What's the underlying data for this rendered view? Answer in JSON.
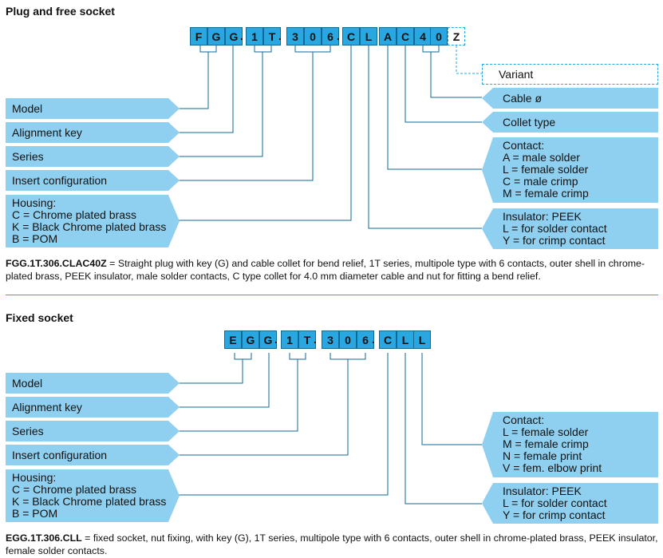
{
  "section1": {
    "heading": "Plug and free socket",
    "code_chars": [
      "F",
      "G",
      "G",
      "1",
      "T",
      "3",
      "0",
      "6",
      "C",
      "L",
      "A",
      "C",
      "4",
      "0",
      "Z"
    ],
    "left_labels": [
      {
        "text": "Model"
      },
      {
        "text": "Alignment key"
      },
      {
        "text": "Series"
      },
      {
        "text": "Insert configuration"
      },
      {
        "text": "Housing:\nC = Chrome plated brass\nK = Black Chrome plated brass\nB = POM"
      }
    ],
    "right_labels": [
      {
        "text": "Variant"
      },
      {
        "text": "Cable ø"
      },
      {
        "text": "Collet type"
      },
      {
        "text": "Contact:\nA = male solder\nL = female solder\nC = male crimp\nM = female crimp"
      },
      {
        "text": "Insulator: PEEK\nL = for solder contact\nY = for crimp contact"
      }
    ],
    "desc_code": "FGG.1T.306.CLAC40Z",
    "desc_text": " = Straight plug with key (G) and cable collet for bend relief, 1T series, multipole type with 6 contacts, outer shell in chrome-plated brass, PEEK insulator, male solder contacts, C type collet for 4.0 mm diameter cable and nut for fitting a bend relief."
  },
  "section2": {
    "heading": "Fixed socket",
    "code_chars": [
      "E",
      "G",
      "G",
      "1",
      "T",
      "3",
      "0",
      "6",
      "C",
      "L",
      "L"
    ],
    "left_labels": [
      {
        "text": "Model"
      },
      {
        "text": "Alignment key"
      },
      {
        "text": "Series"
      },
      {
        "text": "Insert configuration"
      },
      {
        "text": "Housing:\nC = Chrome plated brass\nK = Black Chrome plated brass\nB = POM"
      }
    ],
    "right_labels": [
      {
        "text": "Contact:\nL = female solder\nM = female crimp\nN = female print\nV = fem. elbow print"
      },
      {
        "text": "Insulator: PEEK\nL = for solder contact\nY = for crimp contact"
      }
    ],
    "desc_code": "EGG.1T.306.CLL",
    "desc_text": " = fixed socket, nut fixing, with key (G), 1T series, multipole type with 6 contacts, outer shell in chrome-plated brass, PEEK insulator, female solder contacts."
  },
  "colors": {
    "box": "#29a7e0",
    "label": "#8fd0f0",
    "line": "#0f6a96"
  }
}
